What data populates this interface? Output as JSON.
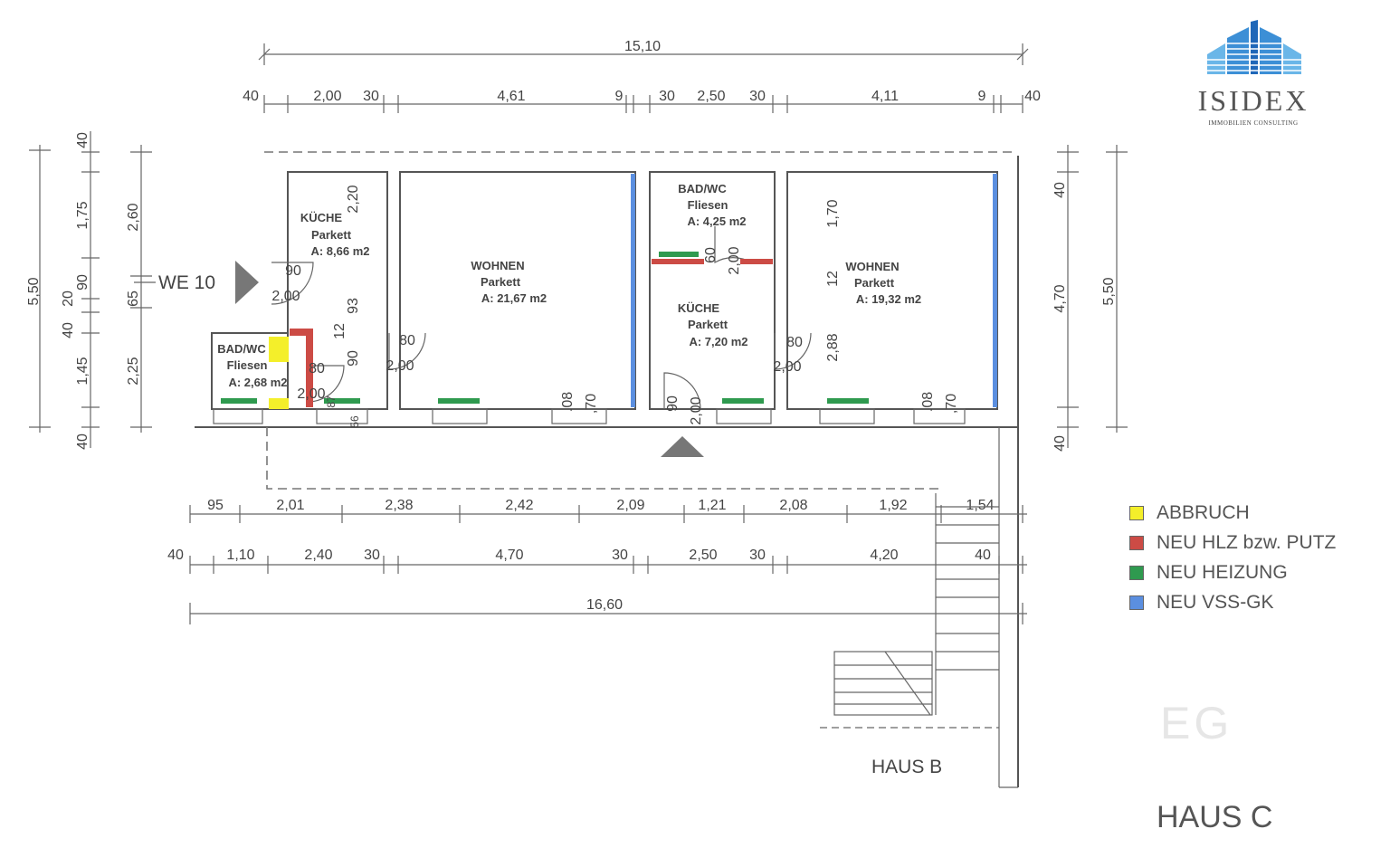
{
  "company": {
    "name": "ISIDEX",
    "tagline": "IMMOBILIEN CONSULTING"
  },
  "entrance": {
    "label": "WE 10"
  },
  "dimensions": {
    "top_overall": "15,10",
    "top_row": [
      "40",
      "2,00",
      "30",
      "4,61",
      "9",
      "30",
      "2,50",
      "30",
      "4,11",
      "9",
      "40"
    ],
    "left_outer": "5,50",
    "left_mid": [
      "40",
      "1,75",
      "90",
      "20",
      "40",
      "1,45",
      "40"
    ],
    "left_inner": [
      "2,60",
      "65",
      "2,25"
    ],
    "right_inner": [
      "40",
      "4,70",
      "40"
    ],
    "right_outer": "5,50",
    "bottom_row1": [
      "95",
      "2,01",
      "2,38",
      "2,42",
      "2,09",
      "1,21",
      "2,08",
      "1,92",
      "1,54"
    ],
    "bottom_row2": [
      "40",
      "1,10",
      "2,40",
      "30",
      "4,70",
      "30",
      "2,50",
      "30",
      "4,20",
      "40"
    ],
    "bottom_overall": "16,60"
  },
  "rooms": {
    "kueche1": {
      "name": "KÜCHE",
      "floor": "Parkett",
      "area": "A: 8,66 m2"
    },
    "wohnen1": {
      "name": "WOHNEN",
      "floor": "Parkett",
      "area": "A: 21,67 m2"
    },
    "bad1": {
      "name": "BAD/WC",
      "floor": "Fliesen",
      "area": "A: 2,68 m2"
    },
    "bad2": {
      "name": "BAD/WC",
      "floor": "Fliesen",
      "area": "A: 4,25 m2"
    },
    "kueche2": {
      "name": "KÜCHE",
      "floor": "Parkett",
      "area": "A: 7,20 m2"
    },
    "wohnen2": {
      "name": "WOHNEN",
      "floor": "Parkett",
      "area": "A: 19,32 m2"
    }
  },
  "inner_dims": {
    "k1_h": "2,20",
    "door1_w": "90",
    "door1_h": "2,00",
    "d_93": "93",
    "d_12": "12",
    "d_90": "90",
    "door_bad1_w": "80",
    "door_bad1_h": "2,00",
    "door_w1_w": "80",
    "door_w1_h": "2,00",
    "bad2_60": "60",
    "bad2_200": "2,00",
    "k2_door_w": "90",
    "k2_door_h": "2,00",
    "w2_door_w": "80",
    "w2_door_h": "2,00",
    "w2_170": "1,70",
    "w2_12": "12",
    "w2_288": "2,88",
    "win_08": ".08",
    "win_70": ",70",
    "win_56": "56",
    "win_87": "87"
  },
  "haus_b": "HAUS B",
  "haus_c": "HAUS C",
  "eg": "EG",
  "legend": [
    {
      "label": "ABBRUCH",
      "color": "#f4ef2a"
    },
    {
      "label": "NEU HLZ bzw. PUTZ",
      "color": "#cc4b45"
    },
    {
      "label": "NEU HEIZUNG",
      "color": "#2f9a4f"
    },
    {
      "label": "NEU VSS-GK",
      "color": "#5b8fe0"
    }
  ]
}
